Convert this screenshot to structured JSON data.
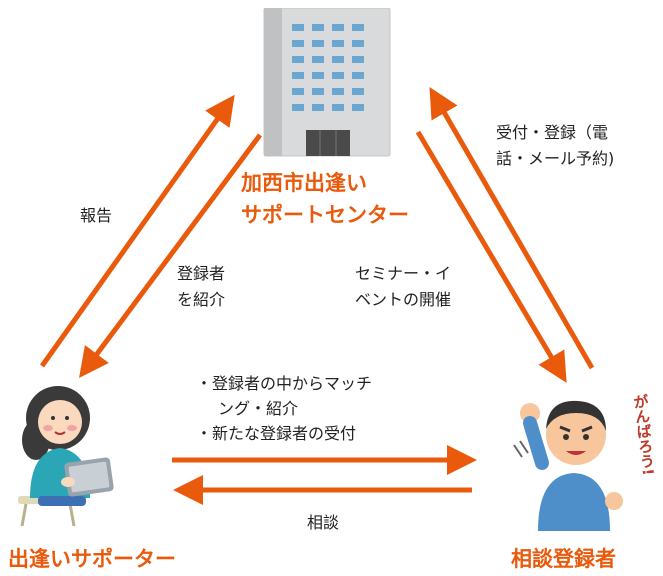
{
  "nodes": {
    "center": {
      "title_line1": "加西市出逢い",
      "title_line2": "サポートセンター"
    },
    "supporter": {
      "title": "出逢いサポーター"
    },
    "registrant": {
      "title": "相談登録者",
      "speech": "がんばろう!"
    }
  },
  "edges": {
    "report": "報告",
    "introduce_line1": "登録者",
    "introduce_line2": "を紹介",
    "reception_line1": "受付・登録（電",
    "reception_line2": "話・メール予約)",
    "seminar_line1": "セミナー・イ",
    "seminar_line2": "ベントの開催",
    "matching_line1": "・登録者の中からマッチ",
    "matching_line2": "ング・紹介",
    "matching_line3": "・新たな登録者の受付",
    "consult": "相談"
  },
  "colors": {
    "accent": "#ea5a0c",
    "building": "#d9dadb",
    "window": "#6aa6d0"
  }
}
